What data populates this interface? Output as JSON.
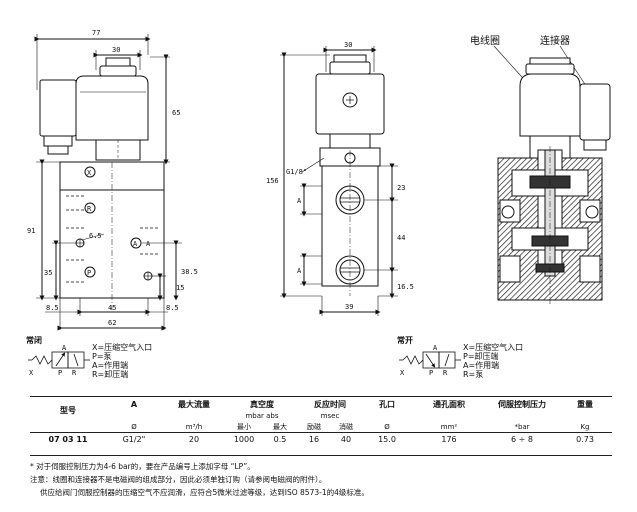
{
  "dimensions": {
    "front_width_top": "77",
    "front_coil_width": "30",
    "front_coil_height": "65",
    "front_body_height": "91",
    "front_port_dia": "6.5",
    "front_port_height": "35",
    "front_a_height": "38.5",
    "front_lower_15": "15",
    "front_bottom_left": "8.5",
    "front_bottom_mid": "45",
    "front_bottom_right": "8.5",
    "front_total_width": "62",
    "front_port_labels": [
      "X",
      "R",
      "P",
      "A"
    ],
    "side_coil_width": "30",
    "side_thread": "G1/8\"",
    "side_total_height": "156",
    "side_23": "23",
    "side_port_a": "A",
    "side_44": "44",
    "side_16_5": "16.5",
    "side_width": "39"
  },
  "section_labels": {
    "coil": "电线圈",
    "connector": "连接器"
  },
  "legend_nc": {
    "title": "常闭",
    "lines": [
      "X=压缩空气入口",
      "P=泵",
      "A=作用端",
      "R=卸压端"
    ],
    "ports": [
      "X",
      "A",
      "P",
      "R"
    ]
  },
  "legend_no": {
    "title": "常开",
    "lines": [
      "X=压缩空气入口",
      "P=卸压端",
      "A=作用端",
      "R=泵"
    ],
    "ports": [
      "X",
      "A",
      "P",
      "R"
    ]
  },
  "table": {
    "headers": {
      "model": "型号",
      "port_a": "A",
      "max_flow": "最大流量",
      "vacuum": "真空度",
      "response_time": "反应时间",
      "orifice": "孔口",
      "orifice_area": "通孔面积",
      "servo_pressure": "伺服控制压力",
      "weight": "重量"
    },
    "subheaders": {
      "vacuum_unit": "mbar abs",
      "response_unit": "msec"
    },
    "units": {
      "port_a": "Ø",
      "max_flow": "m³/h",
      "vacuum_min": "最小",
      "vacuum_max": "最大",
      "resp_on": "励磁",
      "resp_off": "消磁",
      "orifice": "Ø",
      "orifice_area": "mm²",
      "servo_pressure": "*bar",
      "weight": "Kg"
    },
    "row": {
      "model": "07 03 11",
      "port_a": "G1/2\"",
      "max_flow": "20",
      "vacuum_min": "1000",
      "vacuum_max": "0.5",
      "resp_on": "16",
      "resp_off": "40",
      "orifice": "15.0",
      "orifice_area": "176",
      "servo_pressure": "6 ÷ 8",
      "weight": "0.73"
    }
  },
  "notes": [
    "* 对于伺服控制压力为4-6 bar的，要在产品编号上添加字母 “LP”。",
    "注意：线圈和连接器不是电磁阀的组成部分，因此必须单独订购（请参阅电磁阀的附件）。",
    "供应给阀门伺服控制器的压缩空气不应润滑，应符合5微米过滤等级，达到ISO 8573-1的4级标准。"
  ]
}
